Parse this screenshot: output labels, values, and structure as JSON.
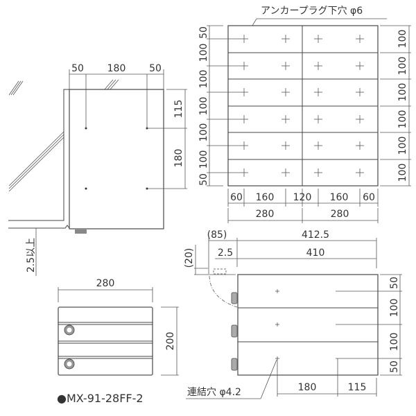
{
  "plan_view": {
    "anchor_label": "アンカープラグ下穴 φ6",
    "left_dims": [
      "50",
      "100",
      "100",
      "100",
      "100",
      "100",
      "50"
    ],
    "right_dims": [
      "100",
      "100",
      "100",
      "100",
      "100",
      "100"
    ],
    "bottom_dims": [
      "60",
      "160",
      "120",
      "160",
      "60"
    ],
    "bottom_total_dims": [
      "280",
      "280"
    ]
  },
  "side_view": {
    "top_dims": [
      "50",
      "180",
      "50"
    ],
    "right_dims": [
      "115",
      "180"
    ],
    "clearance_label": "2.5以上"
  },
  "front_view": {
    "width_dim": "280",
    "height_dim": "200",
    "model_label": "●MX-91-28FF-2"
  },
  "top_view": {
    "overall_dims": [
      "(85)",
      "412.5"
    ],
    "inner_dims": [
      "2.5",
      "410"
    ],
    "lid_dim": "(20)",
    "right_dims": [
      "50",
      "100",
      "100",
      "50"
    ],
    "bottom_dims": [
      "180",
      "115"
    ],
    "hole_label": "連結穴 φ4.2"
  }
}
